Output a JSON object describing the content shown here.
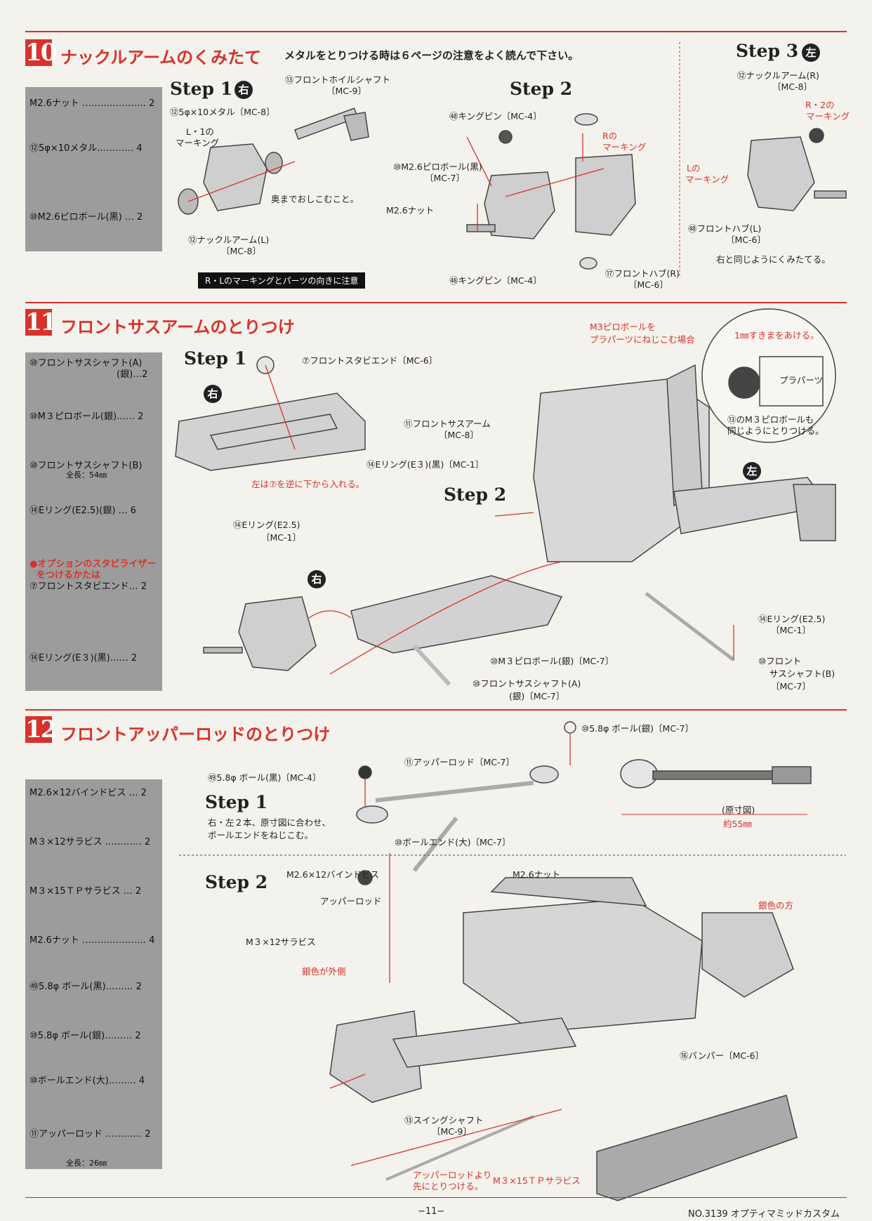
{
  "sections": {
    "s10": {
      "number": "10",
      "title": "ナックルアームのくみたて",
      "note": "メタルをとりつける時は６ページの注意をよく読んで下さい。",
      "parts": [
        "M2.6ナット ………………… 2",
        "⑫5φ×10メタル………… 4",
        "⑩M2.6ピロボール(黒) … 2"
      ],
      "step1": {
        "label": "Step 1",
        "side": "右",
        "labels": {
          "shaft": "⑬フロントホイルシャフト",
          "shaft_code": "〔MC-9〕",
          "metal": "⑫5φ×10メタル〔MC-8〕",
          "marking_l1": "L・1の",
          "marking_l1b": "マーキング",
          "push": "奥までおしこむこと。",
          "knuckle": "⑫ナックルアーム(L)",
          "knuckle_code": "〔MC-8〕",
          "caution": "R・Lのマーキングとパーツの向きに注意"
        }
      },
      "step2": {
        "label": "Step 2",
        "labels": {
          "kingpin_top": "㊽キングピン〔MC-4〕",
          "pillow": "⑩M2.6ピロボール(黒)",
          "pillow_code": "〔MC-7〕",
          "nut": "M2.6ナット",
          "r_mark": "Rの",
          "r_mark2": "マーキング",
          "kingpin_bottom": "㊽キングピン〔MC-4〕",
          "hub": "⑰フロントハブ(R)",
          "hub_code": "〔MC-6〕"
        }
      },
      "step3": {
        "label": "Step 3",
        "side": "左",
        "labels": {
          "knuckle": "⑫ナックルアーム(R)",
          "knuckle_code": "〔MC-8〕",
          "r2": "R・2の",
          "r2b": "マーキング",
          "l_mark": "Lの",
          "l_mark2": "マーキング",
          "hub": "㊽フロントハブ(L)",
          "hub_code": "〔MC-6〕",
          "same": "右と同じようにくみたてる。"
        }
      }
    },
    "s11": {
      "number": "11",
      "title": "フロントサスアームのとりつけ",
      "parts": [
        "⑩フロントサスシャフト(A)",
        "(銀)…2",
        "⑩M３ピロボール(銀)…… 2",
        "⑩フロントサスシャフト(B)",
        "全長：54㎜",
        "⑭Eリング(E2.5)(銀) … 6",
        "●オプションのスタビライザー",
        "をつけるかたは",
        "⑦フロントスタビエンド… 2",
        "⑭Eリング(E３)(黒)…… 2"
      ],
      "step1": {
        "label": "Step 1",
        "side": "右",
        "labels": {
          "stab": "⑦フロントスタビエンド〔MC-6〕",
          "arm": "⑪フロントサスアーム",
          "arm_code": "〔MC-8〕",
          "ering": "⑭Eリング(E３)(黒)〔MC-1〕",
          "reverse": "左は⑦を逆に下から入れる。"
        }
      },
      "step2": {
        "label": "Step 2",
        "side_left": "左",
        "side_right": "右",
        "labels": {
          "ering": "⑭Eリング(E2.5)",
          "ering_code": "〔MC-1〕",
          "pillow": "⑩M３ピロボール(銀)〔MC-7〕",
          "shaft_a": "⑩フロントサスシャフト(A)",
          "shaft_a_code": "(銀)〔MC-7〕",
          "ering_r": "⑭Eリング(E2.5)",
          "ering_r_code": "〔MC-1〕",
          "shaft_b": "⑩フロント",
          "shaft_b2": "サスシャフト(B)",
          "shaft_b_code": "〔MC-7〕"
        }
      },
      "inset": {
        "title1": "M3ピロボールを",
        "title2": "プラパーツにねじこむ場合",
        "gap": "1㎜すきまをあける。",
        "plastic": "プラパーツ",
        "note1": "⑬のM３ピロボールも",
        "note2": "同じようにとりつける。"
      }
    },
    "s12": {
      "number": "12",
      "title": "フロントアッパーロッドのとりつけ",
      "parts": [
        "M2.6×12バインドビス … 2",
        "M３×12サラビス ………… 2",
        "M３×15ＴＰサラビス … 2",
        "M2.6ナット ………………… 4",
        "㊾5.8φ ボール(黒)……… 2",
        "⑩5.8φ ボール(銀)……… 2",
        "⑩ボールエンド(大)……… 4",
        "⑪アッパーロッド ………… 2",
        "全長：26㎜"
      ],
      "step1": {
        "label": "Step 1",
        "desc1": "右・左２本、原寸図に合わせ、",
        "desc2": "ボールエンドをねじこむ。",
        "labels": {
          "ball_silver": "⑩5.8φ ボール(銀)〔MC-7〕",
          "ball_black": "㊾5.8φ ボール(黒)〔MC-4〕",
          "rod": "⑪アッパーロッド〔MC-7〕",
          "ballend": "⑩ボールエンド(大)〔MC-7〕",
          "actual": "(原寸図)",
          "length": "約55㎜"
        }
      },
      "step2": {
        "label": "Step 2",
        "labels": {
          "bind": "M2.6×12バインドビス",
          "nut": "M2.6ナット",
          "rod": "アッパーロッド",
          "screw": "M３×12サラビス",
          "silver_out": "銀色が外側",
          "silver_side": "銀色の方",
          "swing": "⑬スイングシャフト",
          "swing_code": "〔MC-9〕",
          "first1": "アッパーロッドより",
          "first2": "先にとりつける。",
          "tp": "M３×15ＴＰサラビス",
          "bumper": "⑯バンパー〔MC-6〕"
        }
      }
    }
  },
  "footer": {
    "page": "−11−",
    "model": "NO.3139  オプティマミッドカスタム"
  },
  "colors": {
    "accent": "#d8322a",
    "panel": "#9c9c9c",
    "paper": "#f4f2ec"
  }
}
